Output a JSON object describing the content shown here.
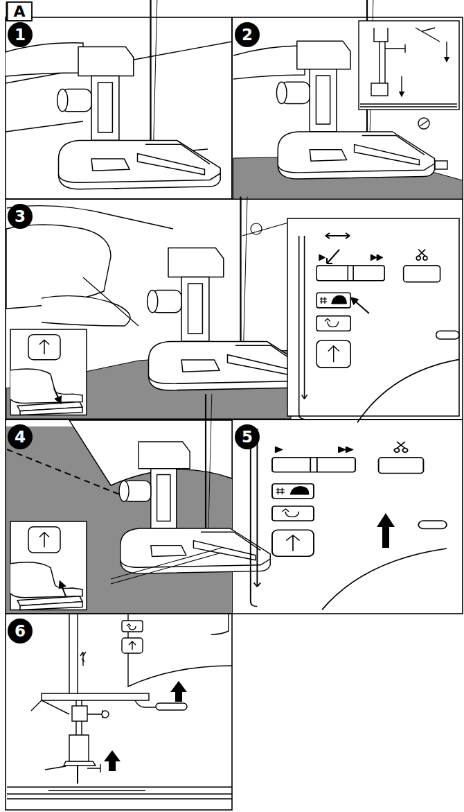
{
  "diagram": {
    "labels": [
      "A",
      "1",
      "2",
      "3",
      "4",
      "5",
      "6"
    ]
  }
}
